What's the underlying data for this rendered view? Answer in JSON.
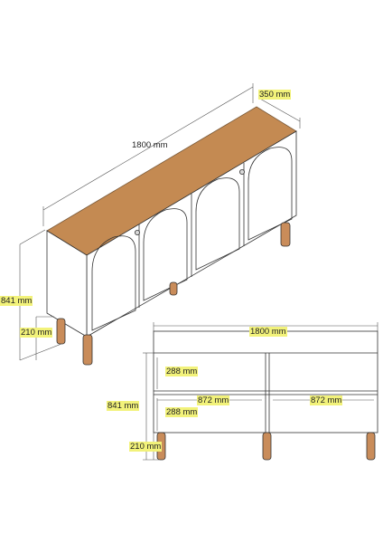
{
  "iso_view": {
    "depth": "350 mm",
    "width": "1800 mm",
    "height": "841 mm",
    "leg_height": "210 mm"
  },
  "front_view": {
    "width": "1800 mm",
    "shelf_height_top": "288 mm",
    "shelf_height_bottom": "288 mm",
    "compartment_width_left": "872 mm",
    "compartment_width_right": "872 mm",
    "height": "841 mm",
    "leg_height": "210 mm"
  },
  "colors": {
    "top_surface": "#c48a52",
    "leg": "#c98c5a",
    "outline": "#333333",
    "dimension_highlight": "#f2f27a"
  }
}
